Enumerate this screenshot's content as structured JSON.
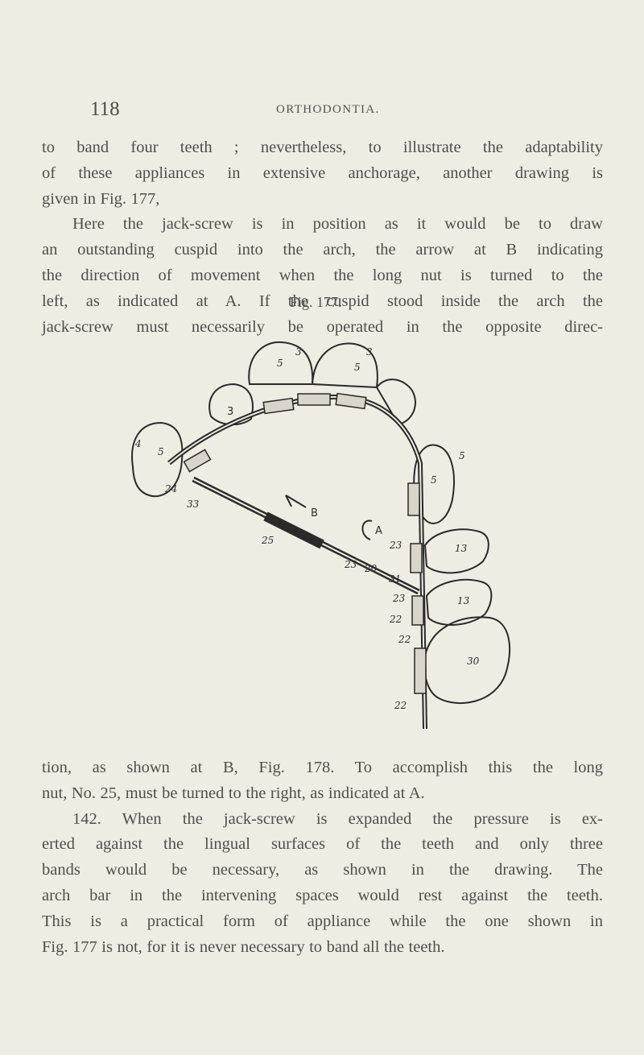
{
  "header": {
    "page_number": "118",
    "running_title": "ORTHODONTIA."
  },
  "text_top": [
    "to band four teeth ; nevertheless, to illustrate the adaptability",
    "of these appliances in extensive anchorage, another drawing is",
    "given in Fig. 177,",
    "Here the jack-screw is in position as it would be to draw",
    "an outstanding cuspid into the arch, the arrow at B indicating",
    "the direction of movement when the long nut is turned to the",
    "left, as indicated at A. If the cuspid stood inside the arch the",
    "jack-screw must necessarily be operated in the opposite direc-"
  ],
  "figure": {
    "caption": "Fig. 177.",
    "labels": {
      "b": "B",
      "a": "A",
      "n3": "3",
      "n4": "4",
      "n5a": "5",
      "n5b": "5",
      "n5c": "5",
      "n5d": "5",
      "n13a": "13",
      "n13b": "13",
      "n30": "30",
      "n33": "33",
      "n24": "24",
      "n25": "25",
      "n23a": "23",
      "n23b": "23",
      "n23c": "23",
      "n20": "20",
      "n31": "31",
      "n22a": "22",
      "n22b": "22",
      "n22c": "22",
      "n3b": "3",
      "n3c": "3",
      "n5e": "5"
    }
  },
  "text_bottom": [
    "tion, as shown at B, Fig. 178. To accomplish this the long",
    "nut, No. 25, must be turned to the right, as indicated at A.",
    "142. When the jack-screw is expanded the pressure is ex-",
    "erted against the lingual surfaces of the teeth and only three",
    "bands would be necessary, as shown in the drawing. The",
    "arch bar in the intervening spaces would rest against the teeth.",
    "This is a practical form of appliance while the one shown in",
    "Fig. 177 is not, for it is never necessary to band all the teeth."
  ]
}
